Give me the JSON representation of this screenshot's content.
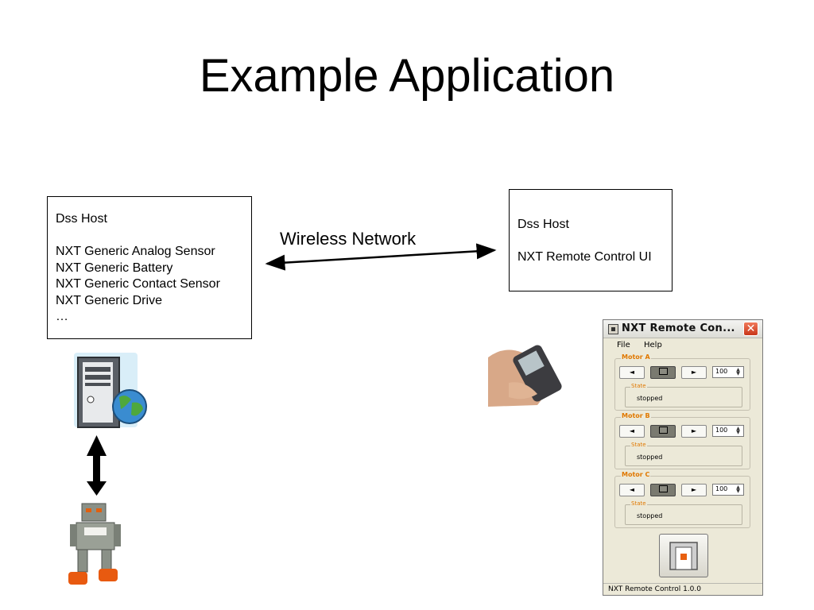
{
  "slide": {
    "title": "Example Application"
  },
  "left_box": {
    "lines": [
      "Dss Host",
      "",
      "NXT Generic Analog Sensor",
      "NXT Generic Battery",
      "NXT Generic Contact Sensor",
      "NXT Generic Drive",
      "…"
    ]
  },
  "right_box": {
    "lines": [
      "Dss Host",
      "",
      "NXT Remote Control UI"
    ]
  },
  "network_label": "Wireless Network",
  "icons": {
    "server": "server-globe-icon",
    "robot": "nxt-robot-icon",
    "phone": "handheld-phone-icon",
    "connection": "double-arrow-icon"
  },
  "nxt_window": {
    "title": "NXT Remote Con...",
    "menu": [
      "File",
      "Help"
    ],
    "motors": [
      {
        "name": "Motor A",
        "back": "◄",
        "forward": "►",
        "speed": "100",
        "state_label": "State",
        "state": "stopped"
      },
      {
        "name": "Motor B",
        "back": "◄",
        "forward": "►",
        "speed": "100",
        "state_label": "State",
        "state": "stopped"
      },
      {
        "name": "Motor C",
        "back": "◄",
        "forward": "►",
        "speed": "100",
        "state_label": "State",
        "state": "stopped"
      }
    ],
    "status": "NXT Remote Control 1.0.0"
  },
  "colors": {
    "accent": "#e07800",
    "close": "#d04a2a",
    "window_bg": "#ece9d8"
  }
}
